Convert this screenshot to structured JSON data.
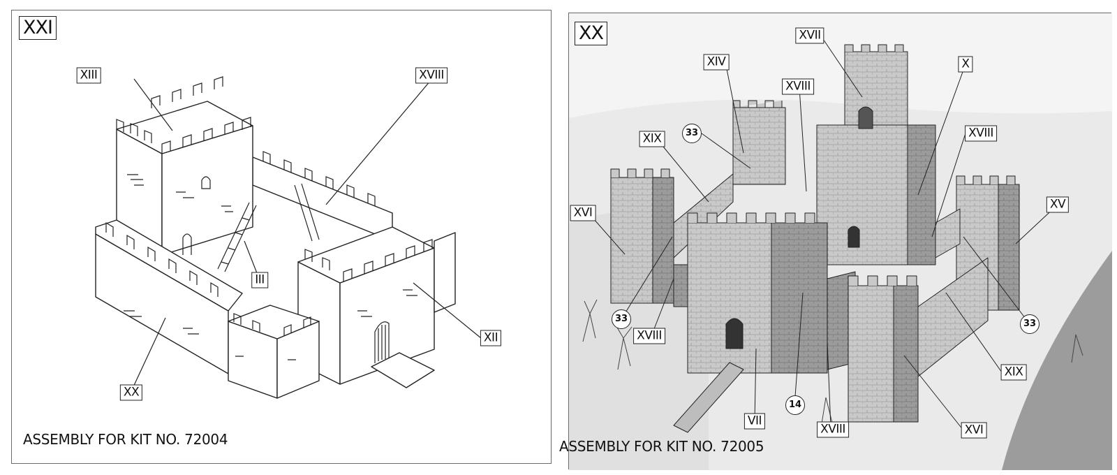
{
  "left": {
    "id": "XXI",
    "caption": "ASSEMBLY FOR KIT NO. 72004",
    "labels": [
      "XIII",
      "XVIII",
      "III",
      "XII",
      "XX"
    ]
  },
  "right": {
    "id": "XX",
    "caption": "ASSEMBLY FOR KIT NO. 72005",
    "labels": [
      "XVII",
      "XIV",
      "X",
      "XVIII",
      "XIX",
      "XVIII",
      "XVI",
      "XV",
      "XVIII",
      "VII",
      "XVIII",
      "XIX",
      "XVI"
    ],
    "numbers": [
      "33",
      "33",
      "33",
      "14"
    ]
  },
  "colors": {
    "line": "#222222",
    "stone": "#c9c9c9",
    "shadow": "#8c8c8c",
    "snow": "#f4f4f4"
  }
}
